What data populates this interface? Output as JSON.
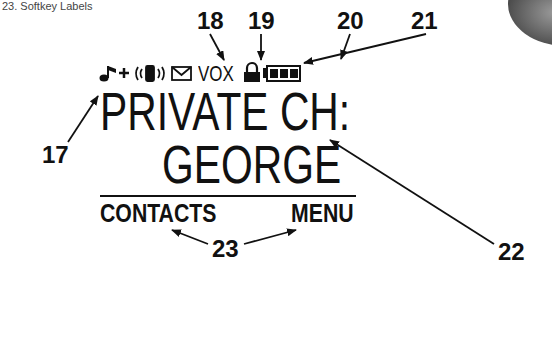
{
  "diagram": {
    "labels": [
      "23. Softkey Labels",
      "18",
      "19",
      "20",
      "21",
      "17",
      "VOX",
      "PRIVATE CH:",
      "GEORGE",
      "CONTACTS",
      "MENU",
      "22",
      "23"
    ]
  }
}
